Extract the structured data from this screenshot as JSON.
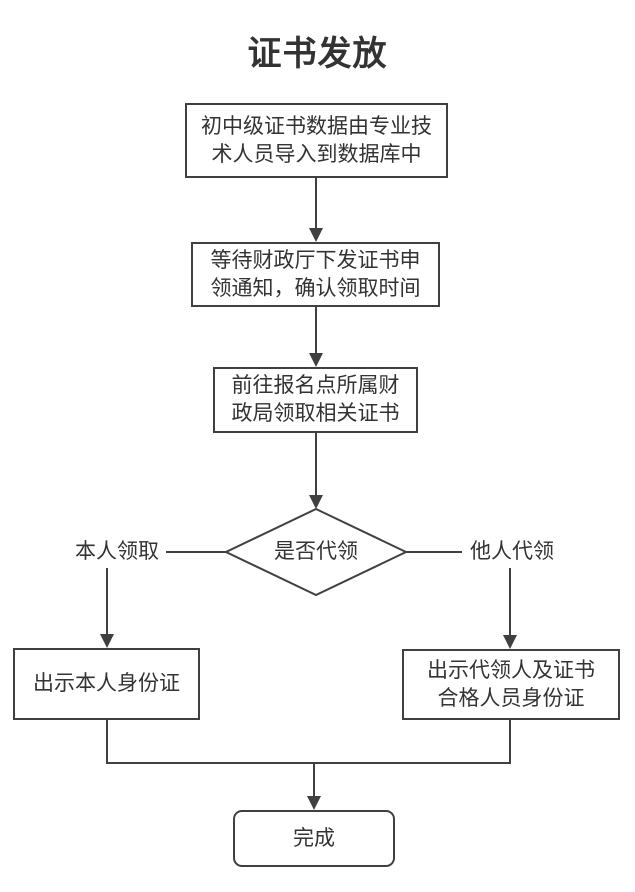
{
  "title": "证书发放",
  "colors": {
    "stroke": "#404040",
    "text": "#333333",
    "background": "#ffffff"
  },
  "nodes": {
    "step1": {
      "line1": "初中级证书数据由专业技",
      "line2": "术人员导入到数据库中"
    },
    "step2": {
      "line1": "等待财政厅下发证书申",
      "line2": "领通知，确认领取时间"
    },
    "step3": {
      "line1": "前往报名点所属财",
      "line2": "政局领取相关证书"
    },
    "decision": {
      "label": "是否代领"
    },
    "branch_left": {
      "label": "本人领取"
    },
    "branch_right": {
      "label": "他人代领"
    },
    "result_self": {
      "line1": "出示本人身份证"
    },
    "result_proxy": {
      "line1": "出示代领人及证书",
      "line2": "合格人员身份证"
    },
    "end": {
      "label": "完成"
    }
  }
}
